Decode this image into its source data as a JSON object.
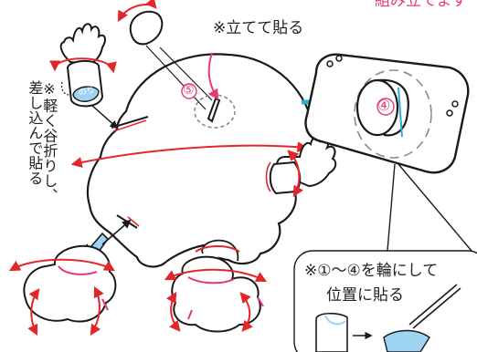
{
  "header": {
    "top_right_text": "組み立てます"
  },
  "labels": {
    "stand_note": "※立てて貼る",
    "fold_note_line1": "※軽く谷折りし、",
    "fold_note_line2": "差し込んで貼る",
    "ring_note_line1": "※①～④を輪にして",
    "ring_note_line2": "位置に貼る",
    "glue_tab": "のり",
    "marker_4": "④",
    "marker_5": "⑤"
  },
  "colors": {
    "red_arrow": "#e2262a",
    "pink_mark": "#e5397a",
    "blue_arrow": "#29abe2",
    "light_blue": "#9fd3f2",
    "outline": "#1a1a1a",
    "dashed": "#8a8a8a"
  }
}
